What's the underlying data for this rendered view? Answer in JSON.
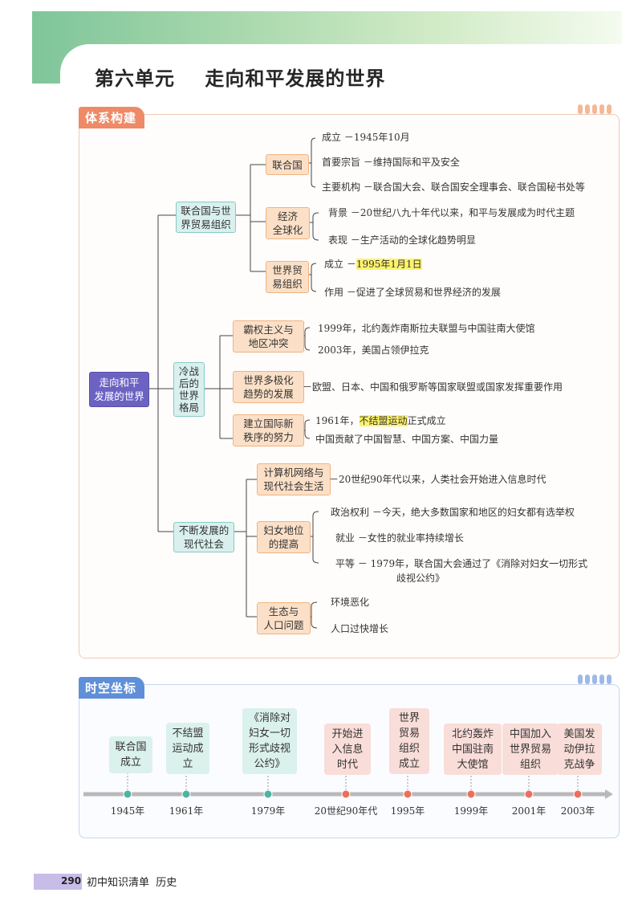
{
  "header": {
    "title": "第六单元    走向和平发展的世界"
  },
  "system": {
    "tab": "体系构建",
    "root": "走向和平\n发展的世界",
    "branches": [
      {
        "label": "联合国与世\n界贸易组织",
        "subs": [
          {
            "label": "联合国",
            "leaves": [
              "成立 －1945年10月",
              "首要宗旨 －维持国际和平及安全",
              "主要机构 －联合国大会、联合国安全理事会、联合国秘书处等"
            ]
          },
          {
            "label": "经济\n全球化",
            "leaves": [
              "背景 －20世纪八九十年代以来，和平与发展成为时代主题",
              "表现 －生产活动的全球化趋势明显"
            ]
          },
          {
            "label": "世界贸\n易组织",
            "leaves": [
              "成立 －",
              "作用 －促进了全球贸易和世界经济的发展"
            ],
            "hl": "1995年1月1日"
          }
        ]
      },
      {
        "label": "冷战\n后的\n世界\n格局",
        "subs": [
          {
            "label": "霸权主义与\n地区冲突",
            "leaves": [
              "1999年，北约轰炸南斯拉夫联盟与中国驻南大使馆",
              "2003年，美国占领伊拉克"
            ]
          },
          {
            "label": "世界多极化\n趋势的发展",
            "leaves": [
              "－欧盟、日本、中国和俄罗斯等国家联盟或国家发挥重要作用"
            ]
          },
          {
            "label": "建立国际新\n秩序的努力",
            "leaves": [
              "1961年，",
              "中国贡献了中国智慧、中国方案、中国力量"
            ],
            "hl": "不结盟运动",
            "hl_after": "正式成立"
          }
        ]
      },
      {
        "label": "不断发展的\n现代社会",
        "subs": [
          {
            "label": "计算机网络与\n现代社会生活",
            "leaves": [
              "－20世纪90年代以来，人类社会开始进入信息时代"
            ]
          },
          {
            "label": "妇女地位\n的提高",
            "leaves": [
              "政治权利 －今天，绝大多数国家和地区的妇女都有选举权",
              "就业 －女性的就业率持续增长",
              "平等 － 1979年，联合国大会通过了《消除对妇女一切形式",
              "歧视公约》"
            ]
          },
          {
            "label": "生态与\n人口问题",
            "leaves": [
              "环境恶化",
              "人口过快增长"
            ]
          }
        ]
      }
    ]
  },
  "timeline": {
    "tab": "时空坐标",
    "events": [
      {
        "label": "联合国\n成立",
        "year": "1945年",
        "tone": "green"
      },
      {
        "label": "不结盟\n运动成\n立",
        "year": "1961年",
        "tone": "green"
      },
      {
        "label": "《消除对\n妇女一切\n形式歧视\n公约》",
        "year": "1979年",
        "tone": "green"
      },
      {
        "label": "开始进\n入信息\n时代",
        "year": "20世纪90年代",
        "tone": "red"
      },
      {
        "label": "世界\n贸易\n组织\n成立",
        "year": "1995年",
        "tone": "red"
      },
      {
        "label": "北约轰炸\n中国驻南\n大使馆",
        "year": "1999年",
        "tone": "red"
      },
      {
        "label": "中国加入\n世界贸易\n组织",
        "year": "2001年",
        "tone": "red"
      },
      {
        "label": "美国发\n动伊拉\n克战争",
        "year": "2003年",
        "tone": "red"
      }
    ]
  },
  "footer": {
    "page": "290",
    "text": "初中知识清单  历史"
  },
  "colors": {
    "accent": "#ee8a67",
    "root": "#6c62c2",
    "level1": "#d9f0ee",
    "level2": "#fbe0c7",
    "highlight": "#fdf36b",
    "timeline_tab": "#5f8fd8"
  }
}
